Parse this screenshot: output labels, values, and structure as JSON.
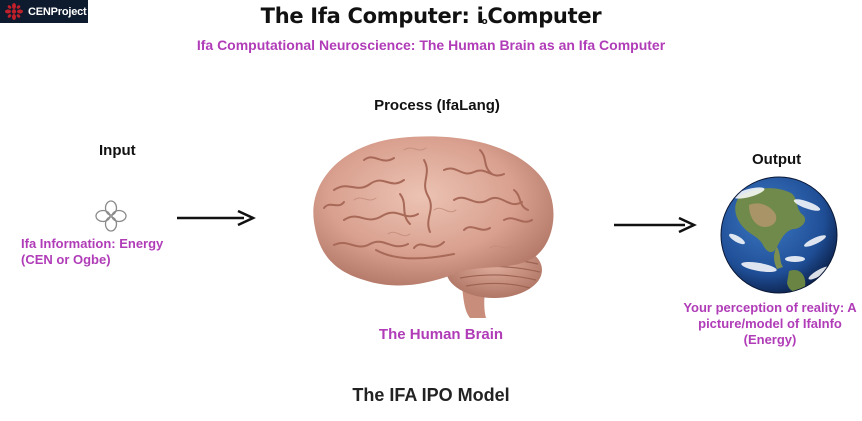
{
  "logo": {
    "text": "CENProject"
  },
  "header": {
    "title_main": "The Ifa Computer: i",
    "title_subscript": "o",
    "title_end": "Computer",
    "subtitle": "Ifa Computational Neuroscience: The Human Brain as an Ifa Computer"
  },
  "input": {
    "heading": "Input",
    "icon": "four-petal-ifa-symbol-icon",
    "caption_line1": "Ifa Information: Energy",
    "caption_line2": "(CEN or Ogbe)"
  },
  "process": {
    "heading": "Process (IfaLang)",
    "image": "human-brain-image",
    "caption": "The Human Brain"
  },
  "output": {
    "heading": "Output",
    "image": "earth-globe-image",
    "caption_line1": "Your perception of reality: A",
    "caption_line2": "picture/model of IfaInfo",
    "caption_line3": "(Energy)"
  },
  "footer": {
    "title": "The IFA IPO Model"
  },
  "colors": {
    "accent_purple": "#b03cb8",
    "text_dark": "#111111",
    "logo_bg": "#0e1a2e",
    "brain_pink": "#d9a08f"
  }
}
